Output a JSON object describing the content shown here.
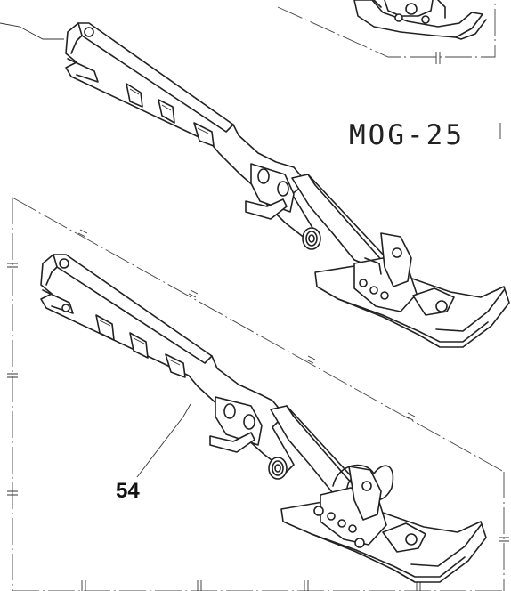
{
  "model_label": "MOG-25",
  "callouts": [
    {
      "id": "54",
      "label": "54"
    }
  ]
}
